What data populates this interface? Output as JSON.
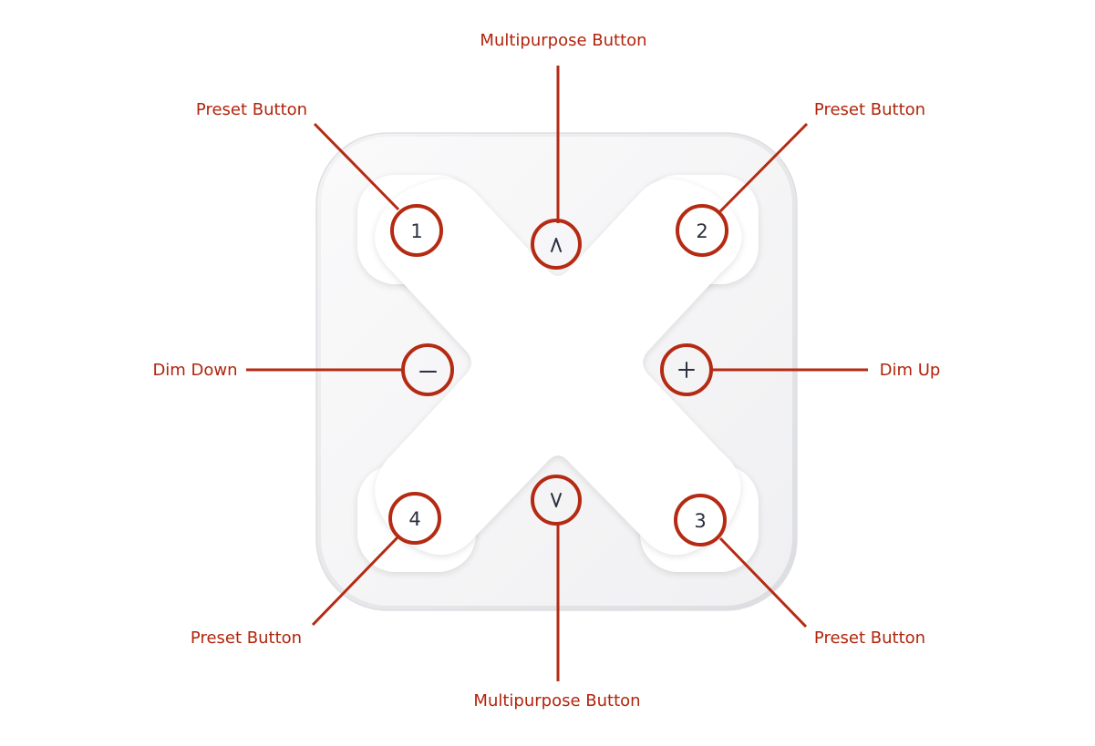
{
  "callouts": {
    "multipurpose_top": "Multipurpose Button",
    "preset_top_left": "Preset Button",
    "preset_top_right": "Preset Button",
    "dim_down": "Dim Down",
    "dim_up": "Dim Up",
    "preset_bottom_left": "Preset Button",
    "preset_bottom_right": "Preset Button",
    "multipurpose_bottom": "Multipurpose Button"
  },
  "keys": {
    "preset_1": "1",
    "preset_2": "2",
    "preset_3": "3",
    "preset_4": "4",
    "up_icon": "chevron-up-icon",
    "down_icon": "chevron-down-icon",
    "minus_icon": "minus-icon",
    "plus_icon": "plus-icon"
  },
  "colors": {
    "callout": "#b52a12",
    "glyph": "#2b3140",
    "panel": "#ffffff",
    "panel_edge": "#e4e4e6"
  }
}
